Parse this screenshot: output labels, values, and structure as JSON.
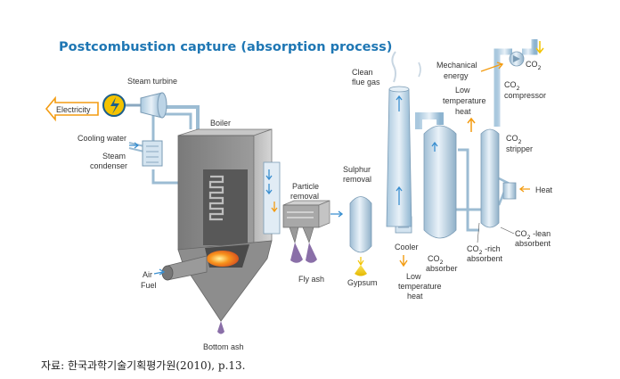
{
  "title": "Postcombustion capture (absorption process)",
  "source_note": "자료: 한국과학기술기획평가원(2010), p.13.",
  "colors": {
    "title": "#1f77b4",
    "pipe": "#8db4d0",
    "vessel": "#c7d9e8",
    "boiler_dark": "#6f6f6f",
    "boiler_mid": "#9a9a9a",
    "flame": "#f7941d",
    "arrow_orange": "#f39c12",
    "arrow_blue": "#3a8fd0",
    "ash": "#8a6fa8",
    "gypsum": "#f5d000"
  },
  "labels": {
    "electricity": "Electricity",
    "steam_turbine": "Steam turbine",
    "boiler": "Boiler",
    "cooling_water": "Cooling water",
    "steam_condenser_1": "Steam",
    "steam_condenser_2": "condenser",
    "particle_removal_1": "Particle",
    "particle_removal_2": "removal",
    "sulphur_removal_1": "Sulphur",
    "sulphur_removal_2": "removal",
    "clean_flue_gas_1": "Clean",
    "clean_flue_gas_2": "flue gas",
    "mechanical_energy_1": "Mechanical",
    "mechanical_energy_2": "energy",
    "co2_product": "CO",
    "co2_compressor_1": "CO",
    "co2_compressor_2": "compressor",
    "low_temp_heat_top_1": "Low",
    "low_temp_heat_top_2": "temperature",
    "low_temp_heat_top_3": "heat",
    "co2_stripper_1": "CO",
    "co2_stripper_2": "stripper",
    "heat": "Heat",
    "co2_lean_1": "CO",
    "co2_lean_1b": " -lean",
    "co2_lean_2": "absorbent",
    "co2_rich_1": "CO",
    "co2_rich_1b": " -rich",
    "co2_rich_2": "absorbent",
    "co2_absorber_1": "CO",
    "co2_absorber_2": "absorber",
    "cooler": "Cooler",
    "low_temp_heat_bottom_1": "Low",
    "low_temp_heat_bottom_2": "temperature",
    "low_temp_heat_bottom_3": "heat",
    "air": "Air",
    "fuel": "Fuel",
    "fly_ash": "Fly ash",
    "gypsum": "Gypsum",
    "bottom_ash": "Bottom ash",
    "subscript_2": "2"
  }
}
